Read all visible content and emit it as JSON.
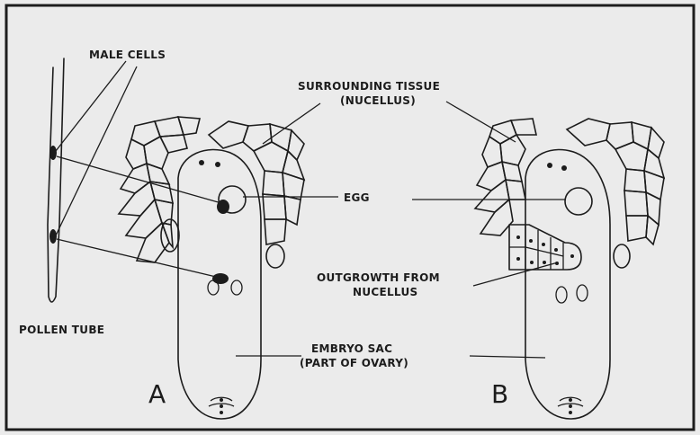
{
  "labels": {
    "male_cells": "MALE CELLS",
    "surrounding_tissue_1": "SURROUNDING TISSUE",
    "surrounding_tissue_2": "(NUCELLUS)",
    "egg": "EGG",
    "outgrowth_1": "OUTGROWTH FROM",
    "outgrowth_2": "NUCELLUS",
    "pollen_tube": "POLLEN TUBE",
    "embryo_sac_1": "EMBRYO SAC",
    "embryo_sac_2": "(PART OF OVARY)",
    "panel_a": "A",
    "panel_b": "B"
  },
  "colors": {
    "paper": "#ebebeb",
    "ink": "#1c1c1c"
  }
}
